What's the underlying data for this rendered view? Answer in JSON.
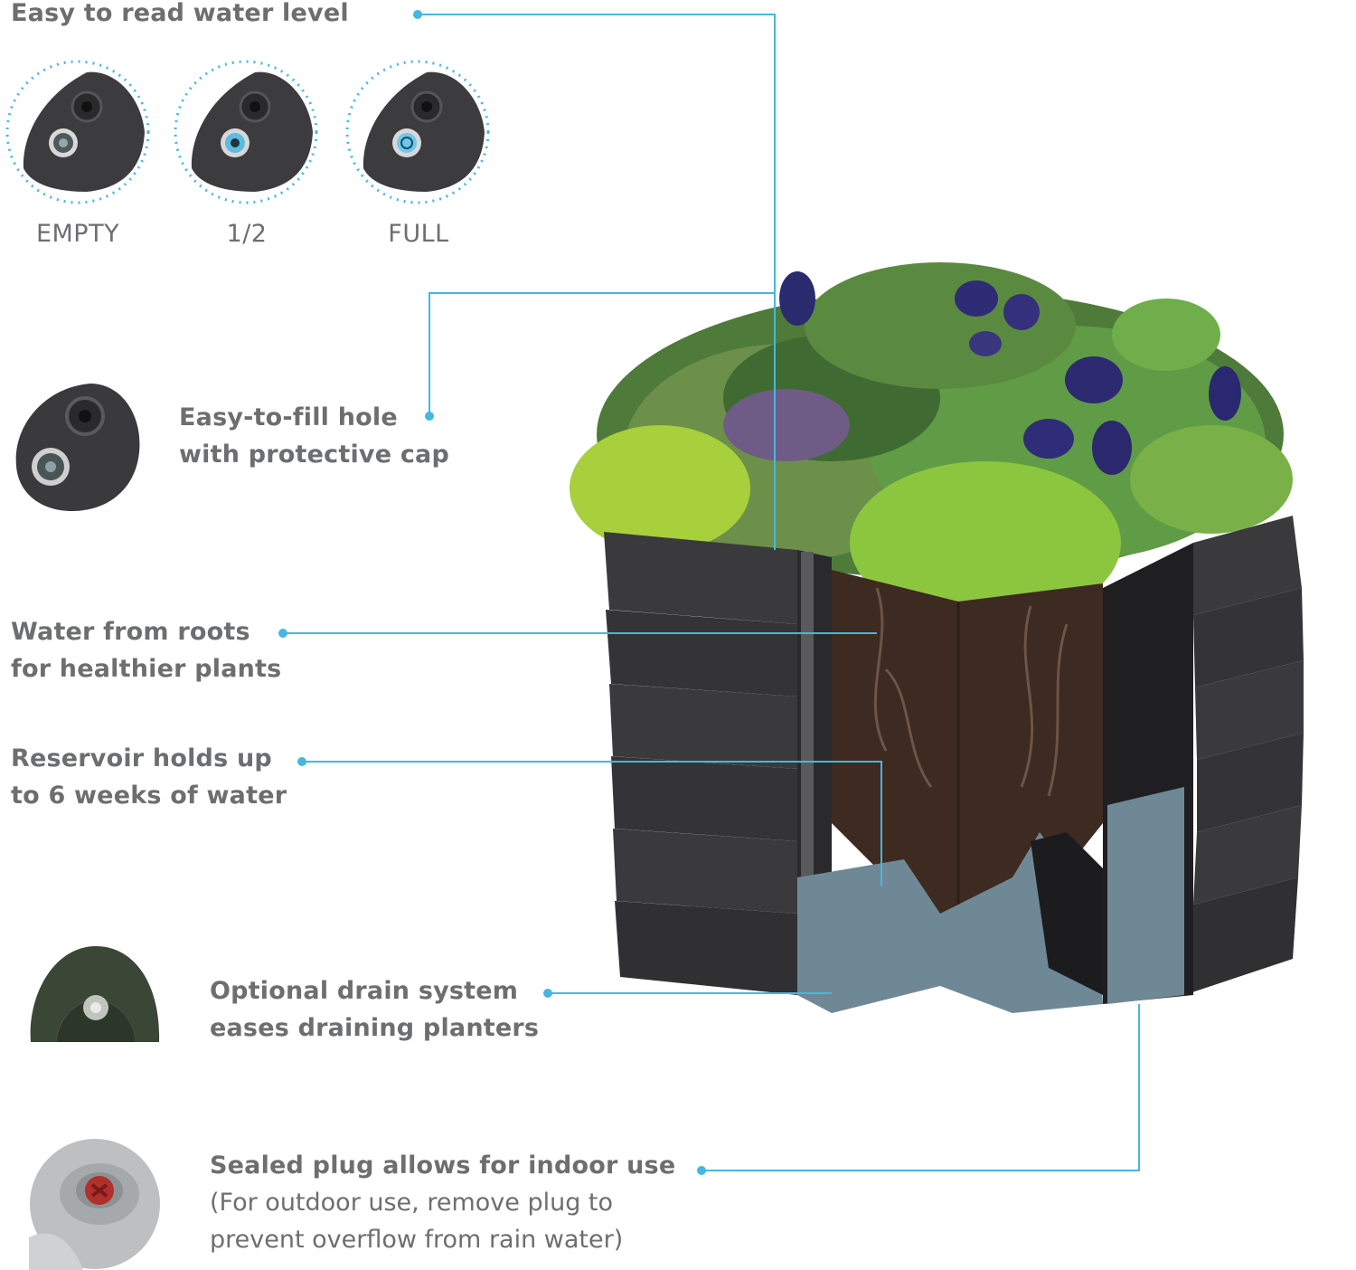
{
  "water_level": {
    "title": "Easy to read water level",
    "levels": [
      "EMPTY",
      "1/2",
      "FULL"
    ]
  },
  "features": {
    "fill_hole": [
      "Easy-to-fill hole",
      "with protective cap"
    ],
    "roots": [
      "Water from roots",
      "for healthier  plants"
    ],
    "reservoir": [
      "Reservoir holds up",
      "to 6 weeks of water"
    ],
    "drain": [
      "Optional drain system",
      "eases draining planters"
    ],
    "plug": {
      "title": "Sealed plug allows for indoor use",
      "note": [
        "(For outdoor use, remove plug to",
        "prevent overflow from rain water)"
      ]
    }
  },
  "colors": {
    "callout_line": "#45b7e0",
    "text": "#6d6e70",
    "planter": "#3a3a3c",
    "soil": "#3d2a20",
    "water": "#6f8896"
  }
}
